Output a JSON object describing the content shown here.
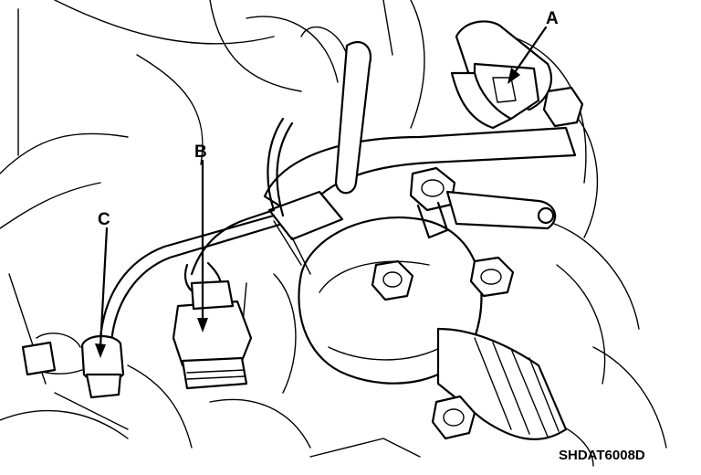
{
  "figure_code": "SHDAT6008D",
  "callouts": {
    "a": "A",
    "b": "B",
    "c": "C"
  }
}
